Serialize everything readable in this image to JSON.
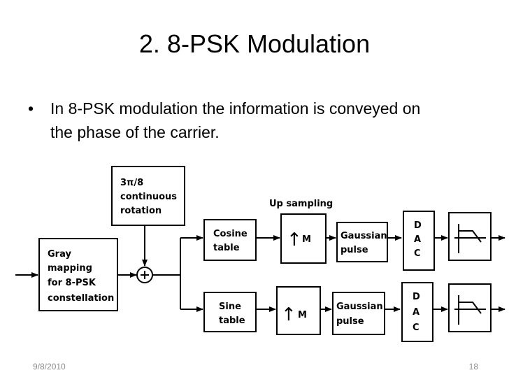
{
  "slide": {
    "title": "2. 8-PSK Modulation",
    "bullet": "In 8-PSK  modulation the information is conveyed on the phase of the carrier.",
    "footer_date": "9/8/2010",
    "footer_page": "18"
  },
  "diagram": {
    "rotation_lines": [
      "3π/8",
      "continuous",
      "rotation"
    ],
    "gray_lines": [
      "Gray",
      "mapping",
      "for 8-PSK",
      "constellation"
    ],
    "upsampling_label": "Up sampling",
    "cosine_lines": [
      "Cosine",
      "table"
    ],
    "sine_lines": [
      "Sine",
      "table"
    ],
    "m_label": "M",
    "gaussian_lines": [
      "Gaussian",
      "pulse"
    ],
    "dac_lines": [
      "D",
      "A",
      "C"
    ],
    "adder_symbol": "+",
    "up_arrow": "↑"
  }
}
